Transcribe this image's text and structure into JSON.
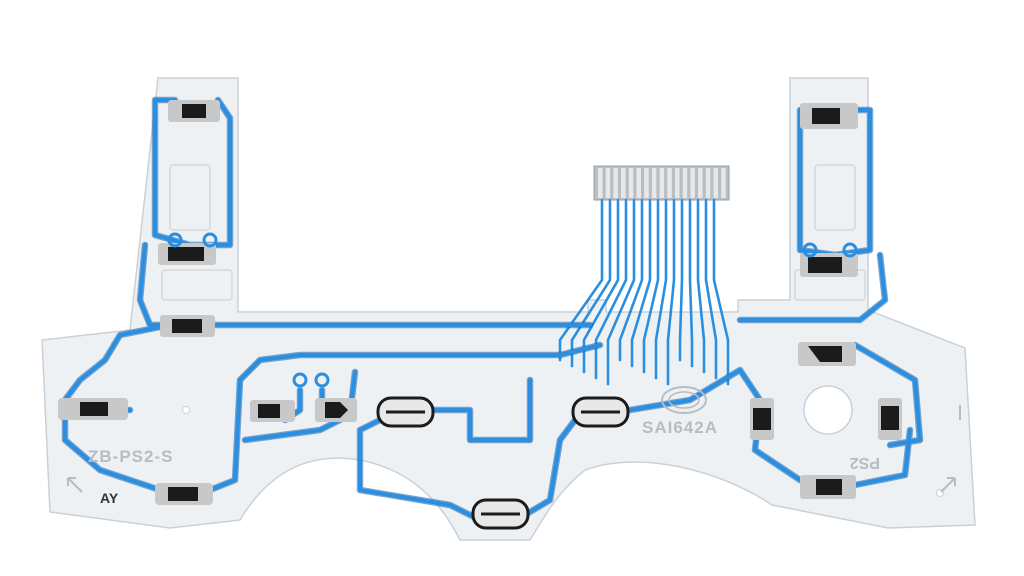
{
  "colors": {
    "background": "#ffffff",
    "film": "#eef1f4",
    "film_edge": "#c9d1d8",
    "trace": "#2a8fe0",
    "trace_edge": "#0f5fae",
    "pad_black": "#1b1b1b",
    "pad_grey": "#c8c8c8",
    "connector": "#b9bec3",
    "print_grey": "#b6bcc2"
  },
  "labels": {
    "model": "ZB-PS2-S",
    "code": "SAI642A",
    "corner": "AY",
    "mirror": "PS2"
  },
  "icons": {
    "logo": "oval-logo-icon"
  }
}
